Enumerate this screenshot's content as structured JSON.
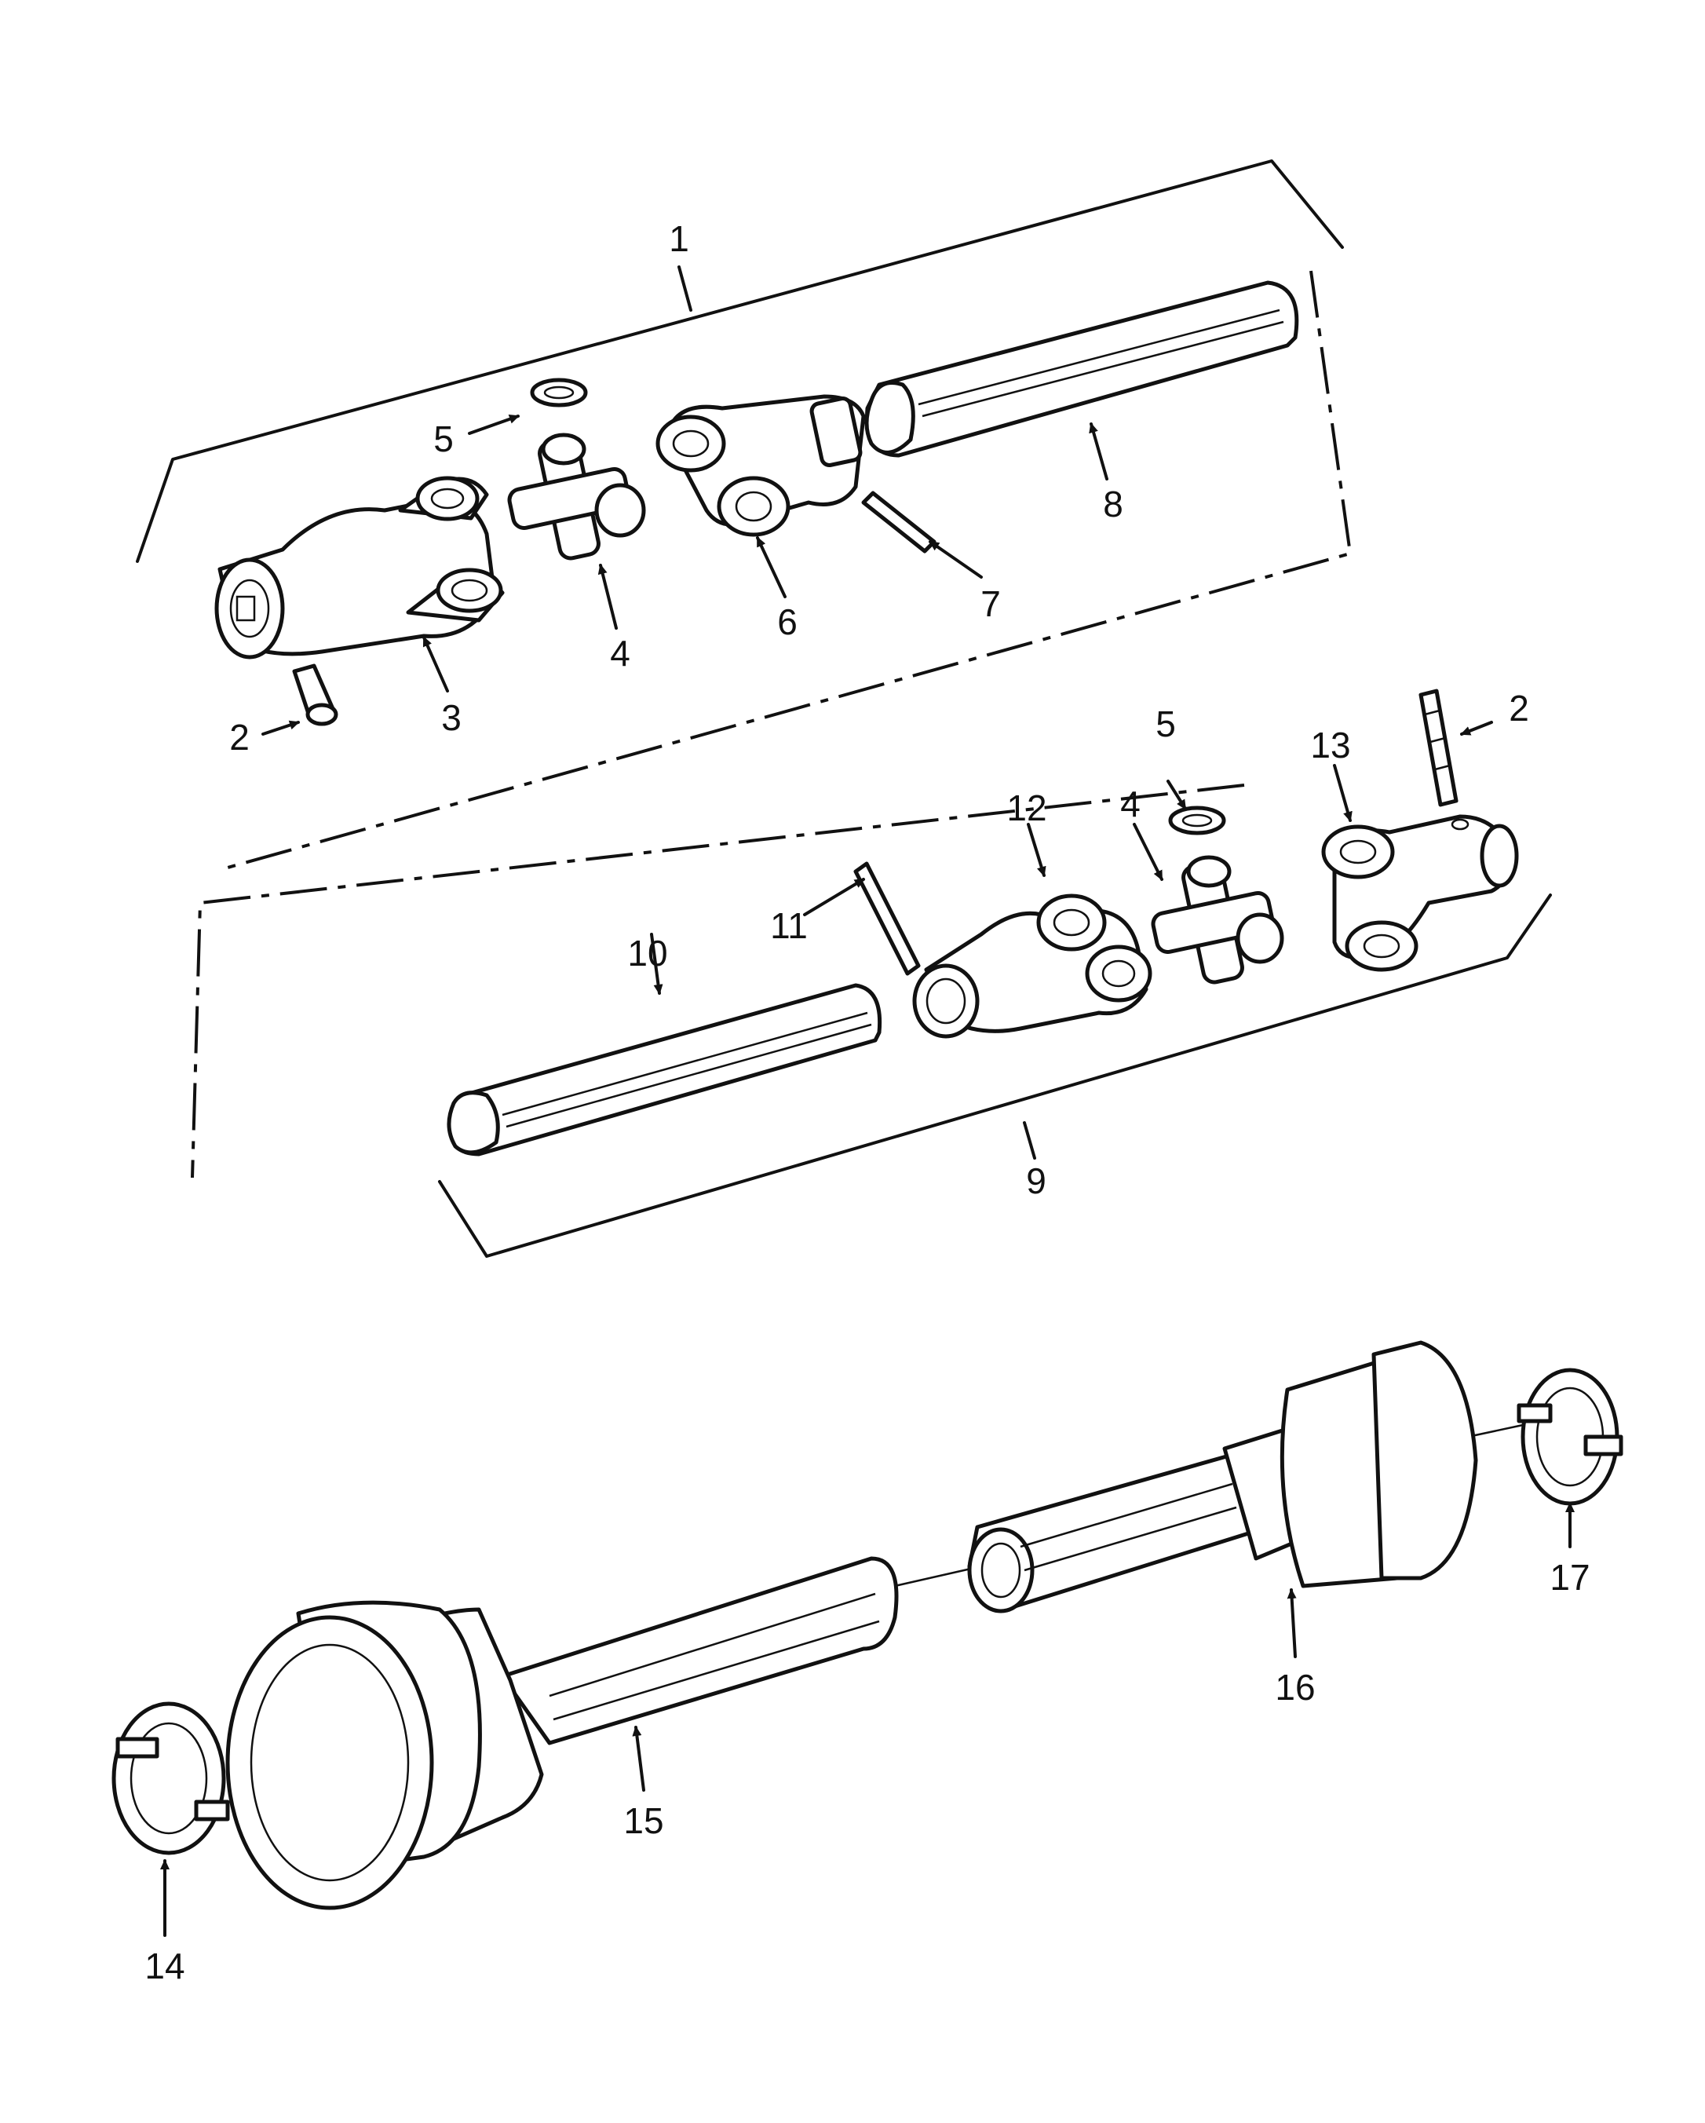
{
  "callouts": [
    {
      "id": "c1",
      "text": "1"
    },
    {
      "id": "c2a",
      "text": "2"
    },
    {
      "id": "c3",
      "text": "3"
    },
    {
      "id": "c4a",
      "text": "4"
    },
    {
      "id": "c5a",
      "text": "5"
    },
    {
      "id": "c6",
      "text": "6"
    },
    {
      "id": "c7",
      "text": "7"
    },
    {
      "id": "c8",
      "text": "8"
    },
    {
      "id": "c9",
      "text": "9"
    },
    {
      "id": "c10",
      "text": "10"
    },
    {
      "id": "c11",
      "text": "11"
    },
    {
      "id": "c12",
      "text": "12"
    },
    {
      "id": "c5b",
      "text": "5"
    },
    {
      "id": "c4b",
      "text": "4"
    },
    {
      "id": "c13",
      "text": "13"
    },
    {
      "id": "c2b",
      "text": "2"
    },
    {
      "id": "c14",
      "text": "14"
    },
    {
      "id": "c15",
      "text": "15"
    },
    {
      "id": "c16",
      "text": "16"
    },
    {
      "id": "c17",
      "text": "17"
    }
  ]
}
